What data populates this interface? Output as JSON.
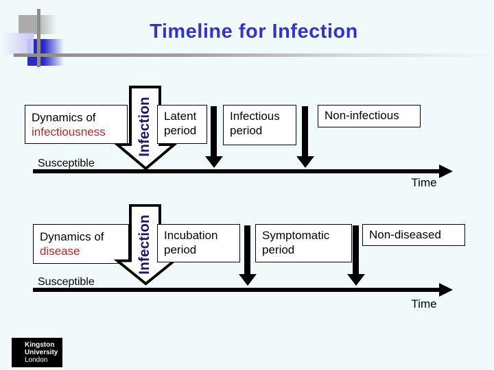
{
  "title": {
    "text": "Timeline for Infection"
  },
  "diagrams": [
    {
      "name_line1": "Dynamics of",
      "name_line2": "infectiousness",
      "arrow_label": "Infection",
      "pre_label": "Susceptible",
      "axis_label": "Time",
      "period_boxes": [
        "Latent period",
        "Infectious period",
        "Non-infectious"
      ]
    },
    {
      "name_line1": "Dynamics of",
      "name_line2": "disease",
      "arrow_label": "Infection",
      "pre_label": "Susceptible",
      "axis_label": "Time",
      "period_boxes": [
        "Incubation period",
        "Symptomatic period",
        "Non-diseased"
      ]
    }
  ],
  "logo": {
    "line1": "Kingston",
    "line2": "University",
    "line3": "London"
  },
  "colors": {
    "background": "#F0FAFA",
    "title_blue": "#3333CC",
    "highlight_red": "#C42222",
    "infection_navy": "#1A1A70",
    "decor_gray": "#8C8C8C",
    "decor_blue": "#2A2ACC",
    "decor_lavender": "#C6C6F5",
    "diagram_ink": "#000000"
  }
}
